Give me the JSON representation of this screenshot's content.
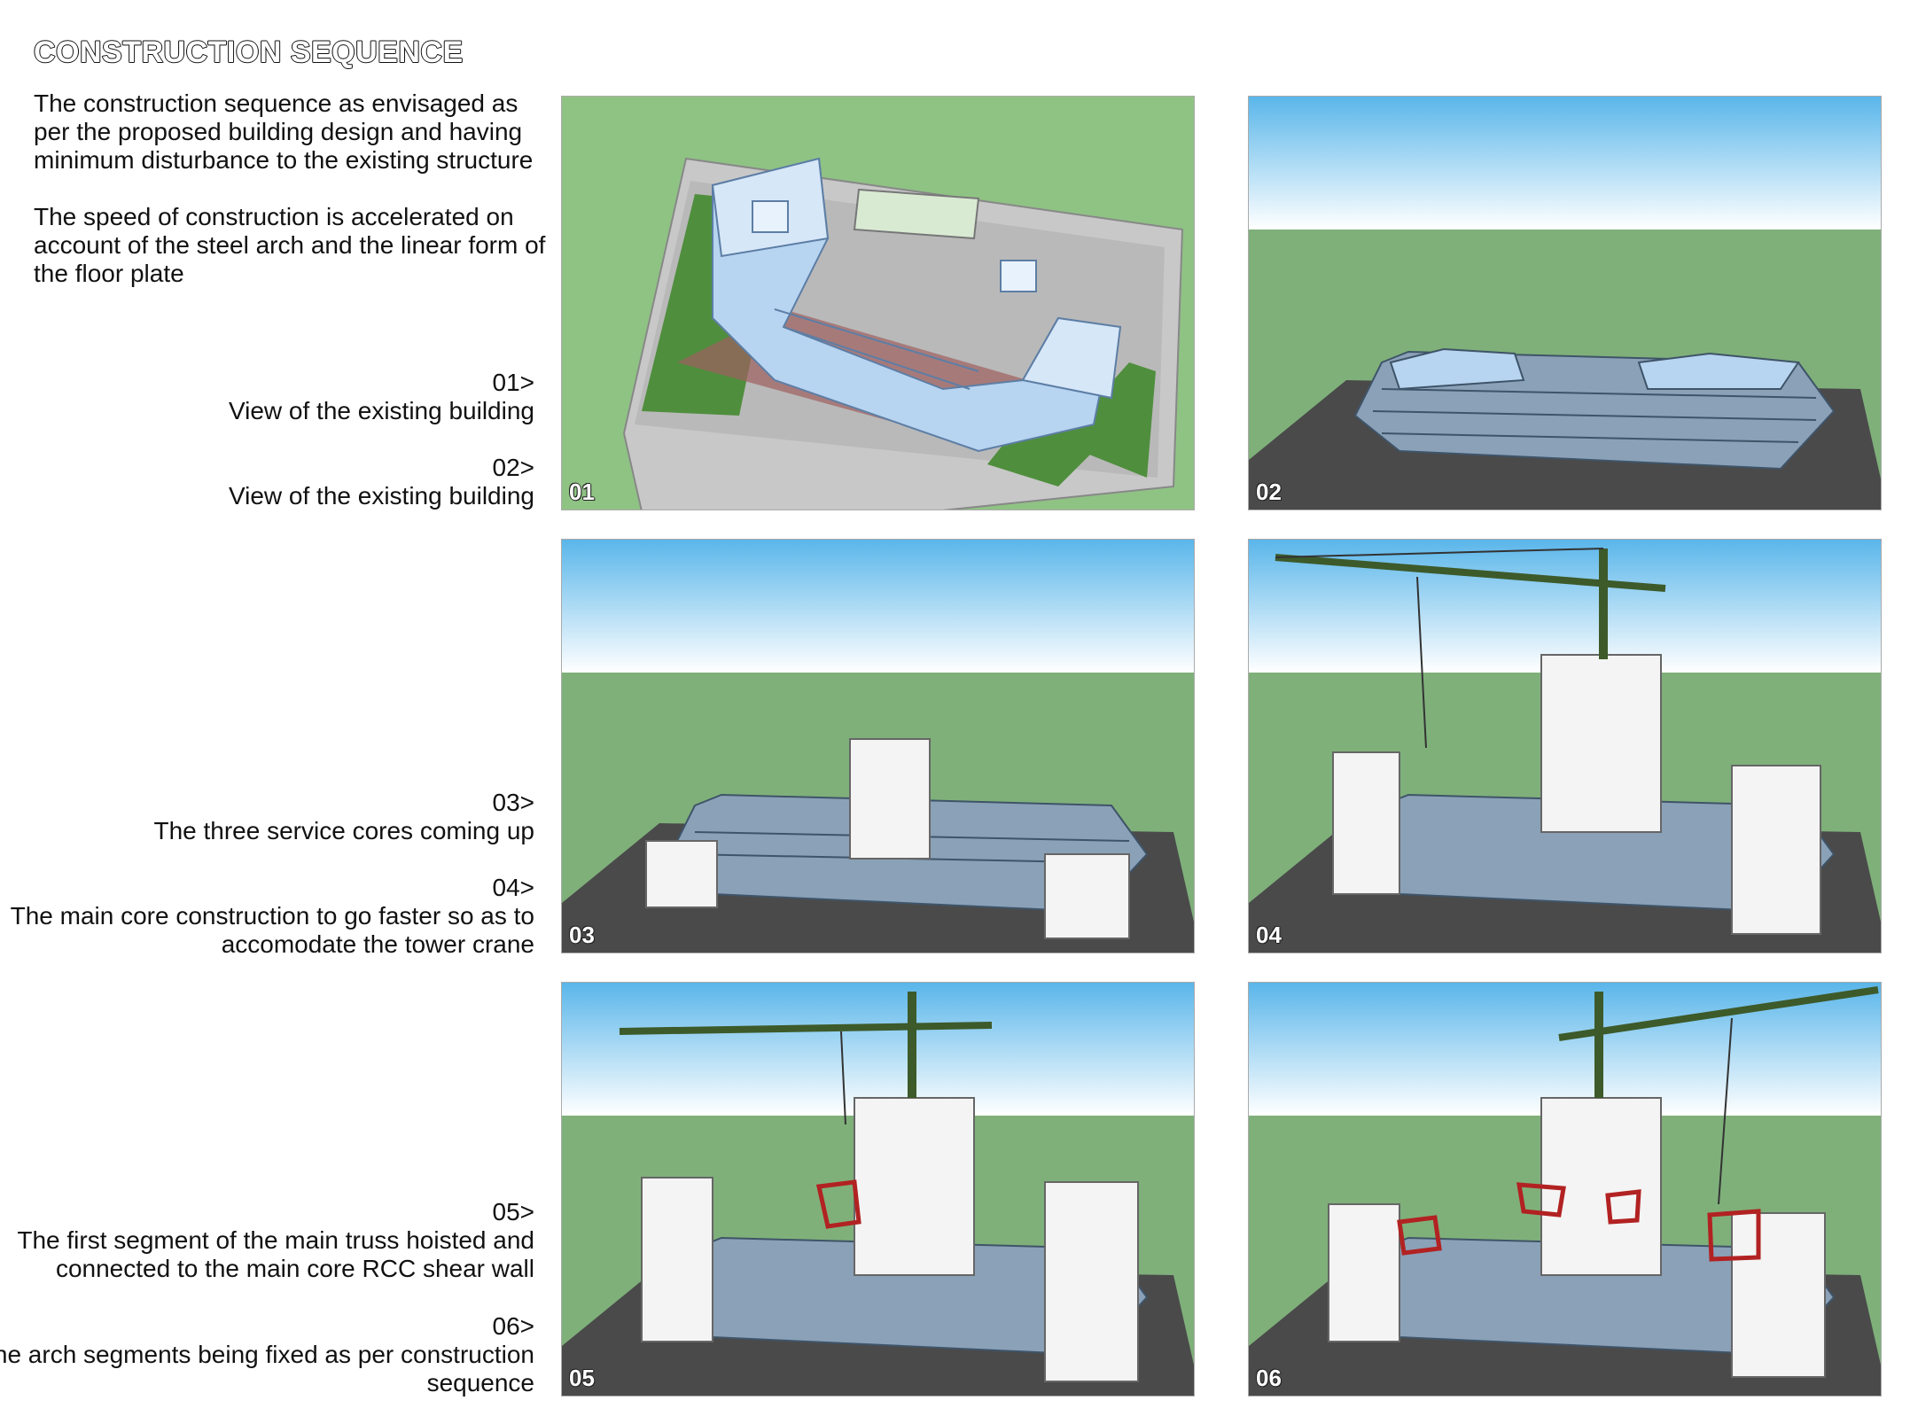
{
  "title": "CONSTRUCTION SEQUENCE",
  "intro": [
    "The construction sequence as envisaged as per the proposed building design and having minimum disturbance to the existing structure",
    "The speed of construction is accelerated on account of the steel arch and the linear form of the floor plate"
  ],
  "steps": [
    {
      "num": "01>",
      "desc": "View of the existing building"
    },
    {
      "num": "02>",
      "desc": "View of the existing building"
    },
    {
      "num": "03>",
      "desc": "The three service cores coming up"
    },
    {
      "num": "04>",
      "desc": "The main core construction to go faster so as to accomodate the tower crane"
    },
    {
      "num": "05>",
      "desc": "The first segment of the main truss hoisted and connected to the main core RCC shear wall"
    },
    {
      "num": "06>",
      "desc": "The arch segments being fixed as per construction sequence"
    }
  ],
  "panels": [
    {
      "label": "01"
    },
    {
      "label": "02"
    },
    {
      "label": "03"
    },
    {
      "label": "04"
    },
    {
      "label": "05"
    },
    {
      "label": "06"
    }
  ],
  "colors": {
    "sky_top": "#5ab6ea",
    "sky_bottom": "#ffffff",
    "ground": "#7fb07a",
    "plan_ground": "#8fc384",
    "glass": "#b7d4f0",
    "core": "#f4f4f4",
    "crane": "#3d5a2a",
    "truss": "#b22222"
  }
}
